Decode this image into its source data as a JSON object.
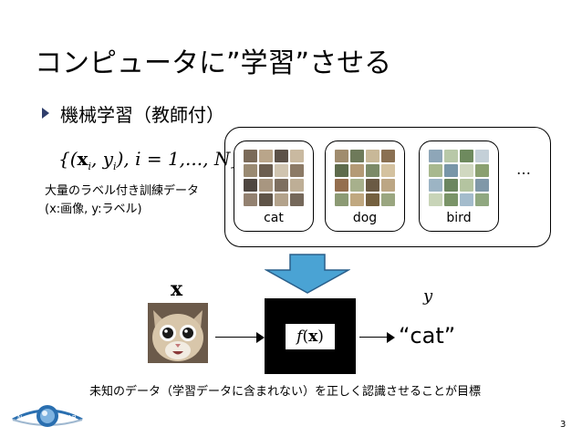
{
  "title": "コンピュータに”学習”させる",
  "bullet_text": "機械学習（教師付）",
  "formula": {
    "open": "{(",
    "x": "x",
    "sub_i1": "i",
    "comma1": ", ",
    "y": "y",
    "sub_i2": "i",
    "rest": "), i = 1,..., N}"
  },
  "note_line1": "大量のラベル付き訓練データ",
  "note_line2": "(x:画像, y:ラベル)",
  "categories": [
    {
      "label": "cat"
    },
    {
      "label": "dog"
    },
    {
      "label": "bird"
    }
  ],
  "ellipsis": "…",
  "input_label": "x",
  "output_label": "y",
  "function": {
    "f": "f",
    "open": "(",
    "x": "x",
    "close": ")"
  },
  "output_value": "“cat”",
  "bottom_note": "未知のデータ（学習データに含まれない）を正しく認識させることが目標",
  "logo_letters": {
    "left": "N",
    "right": "LAB"
  },
  "page_number": "3",
  "colors": {
    "down_arrow_fill": "#4aa3d4",
    "down_arrow_stroke": "#2a5f8a",
    "bullet": "#2f3e6b",
    "logo_blue": "#2a6fb0"
  }
}
